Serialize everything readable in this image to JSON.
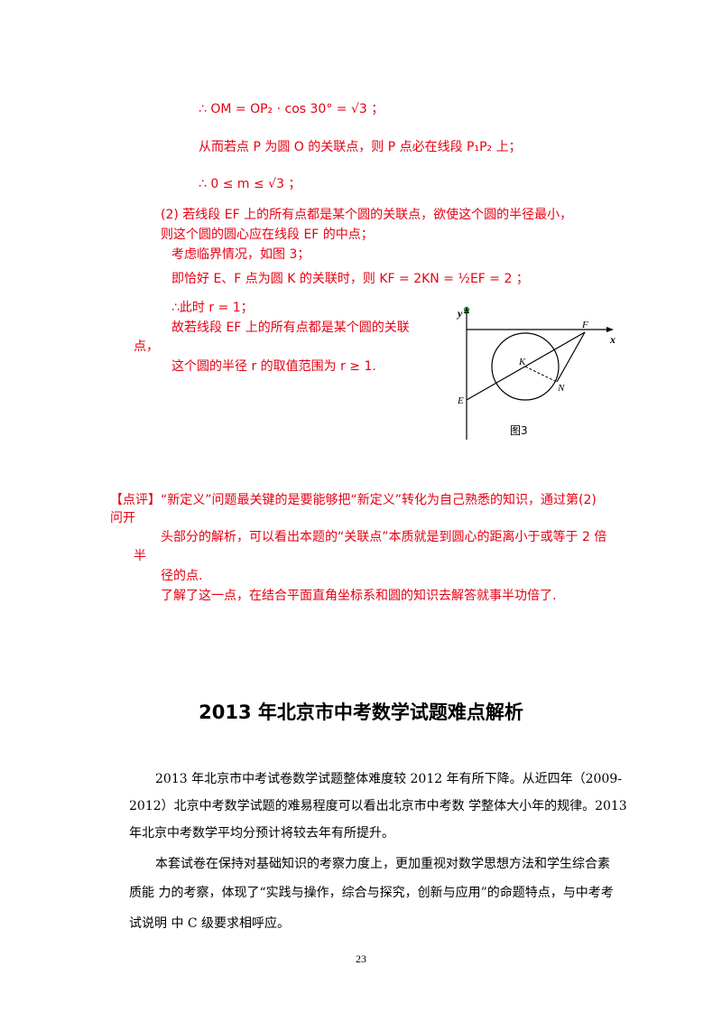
{
  "solution": {
    "line1": "∴ OM = OP₂ · cos 30° = √3 ；",
    "line2": "从而若点 P 为圆 O 的关联点，则 P 点必在线段 P₁P₂ 上；",
    "line3": "∴ 0 ≤ m ≤ √3 ；",
    "line4": "(2) 若线段 EF 上的所有点都是某个圆的关联点，欲使这个圆的半径最小，",
    "line5": "则这个圆的圆心应在线段 EF 的中点；",
    "line6": "考虑临界情况，如图 3；",
    "line7": "即恰好 E、F 点为圆 K 的关联时，则 KF = 2KN = ½EF = 2 ；",
    "line8": "∴此时 r = 1；",
    "line9": "故若线段 EF 上的所有点都是某个圆的关联",
    "line10": "点，",
    "line11": "这个圆的半径 r 的取值范围为 r ≥ 1."
  },
  "figure": {
    "caption": "图3",
    "labels": {
      "y": "y",
      "x": "x",
      "F": "F",
      "K": "K",
      "N": "N",
      "E": "E"
    }
  },
  "comment": {
    "line1": "【点评】“新定义”问题最关键的是要能够把“新定义”转化为自己熟悉的知识，通过第(2)",
    "line2": "问开",
    "line3": "头部分的解析，可以看出本题的“关联点”本质就是到圆心的距离小于或等于 2 倍",
    "line4": "半",
    "line5": "径的点.",
    "line6": "了解了这一点，在结合平面直角坐标系和圆的知识去解答就事半功倍了."
  },
  "article": {
    "title": "2013 年北京市中考数学试题难点解析",
    "p1_l1": "2013 年北京市中考试卷数学试题整体难度较 2012 年有所下降。从近四年（2009-",
    "p1_l2": "2012）北京中考数学试题的难易程度可以看出北京市中考数  学整体大小年的规律。2013",
    "p1_l3": "年北京中考数学平均分预计将较去年有所提升。",
    "p2_l1": "本套试卷在保持对基础知识的考察力度上，更加重视对数学思想方法和学生综合素",
    "p2_l2": "质能  力的考察，体现了“实践与操作，综合与探究，创新与应用”的命题特点，与中考考",
    "p2_l3": "试说明  中 C  级要求相呼应。"
  },
  "page_number": "23"
}
